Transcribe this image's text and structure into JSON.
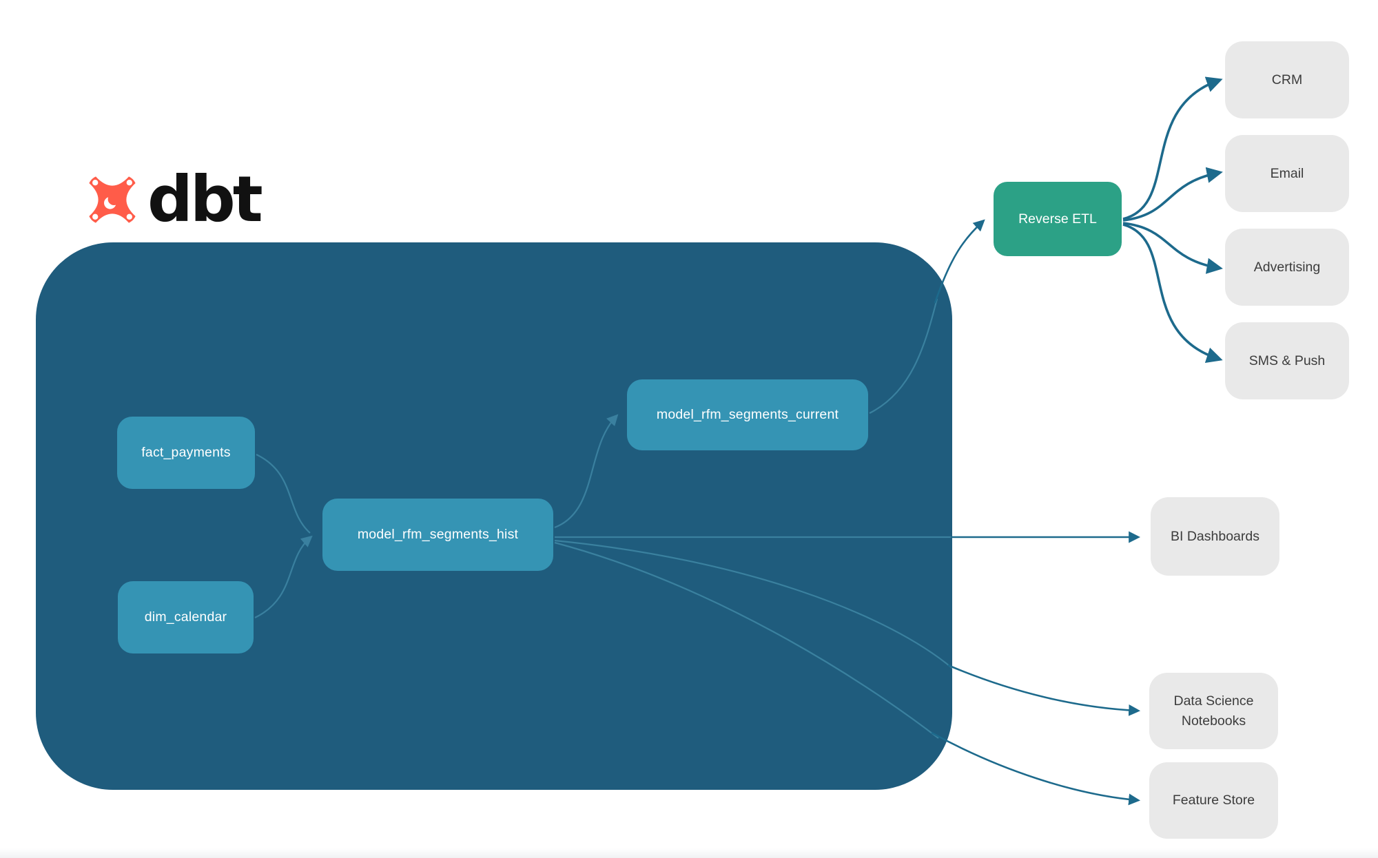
{
  "brand": {
    "wordmark": "dbt"
  },
  "nodes": {
    "fact_payments": "fact_payments",
    "dim_calendar": "dim_calendar",
    "model_hist": "model_rfm_segments_hist",
    "model_current": "model_rfm_segments_current",
    "reverse_etl": "Reverse ETL",
    "crm": "CRM",
    "email": "Email",
    "advertising": "Advertising",
    "sms_push": "SMS & Push",
    "bi_dashboards": "BI Dashboards",
    "ds_notebooks": "Data Science Notebooks",
    "feature_store": "Feature Store"
  },
  "edges": [
    {
      "from": "fact_payments",
      "to": "model_rfm_segments_hist"
    },
    {
      "from": "dim_calendar",
      "to": "model_rfm_segments_hist"
    },
    {
      "from": "model_rfm_segments_hist",
      "to": "model_rfm_segments_current"
    },
    {
      "from": "model_rfm_segments_current",
      "to": "Reverse ETL"
    },
    {
      "from": "Reverse ETL",
      "to": "CRM"
    },
    {
      "from": "Reverse ETL",
      "to": "Email"
    },
    {
      "from": "Reverse ETL",
      "to": "Advertising"
    },
    {
      "from": "Reverse ETL",
      "to": "SMS & Push"
    },
    {
      "from": "model_rfm_segments_hist",
      "to": "BI Dashboards"
    },
    {
      "from": "model_rfm_segments_hist",
      "to": "Data Science Notebooks"
    },
    {
      "from": "model_rfm_segments_hist",
      "to": "Feature Store"
    }
  ],
  "colors": {
    "container": "#1f5c7d",
    "node": "#3594b4",
    "retl": "#2ca186",
    "dest": "#e9e9e9",
    "edge-dark": "#1d6a8c",
    "edge-light": "#3f87a5",
    "orange": "#ff5c49",
    "text-light": "#ffffff",
    "text-dark": "#3c3c3c",
    "brand-ink": "#111111"
  }
}
